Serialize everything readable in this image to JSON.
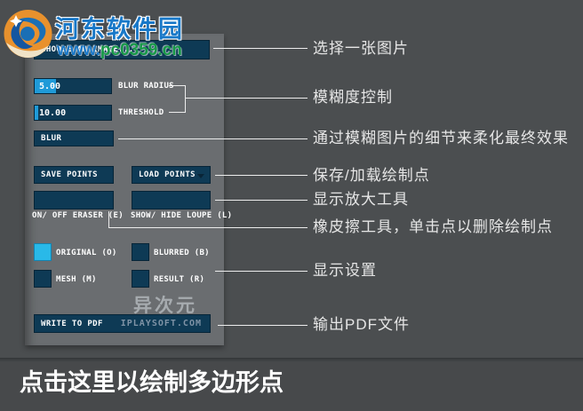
{
  "watermarks": {
    "top": {
      "site_name": "河东软件园",
      "url_prefix": "www.",
      "url_suffix": "pc0359.cn"
    },
    "middle": {
      "text": "异次元",
      "subtext": "IPLAYSOFT.COM"
    }
  },
  "panel": {
    "choose_image_label": "CHOOSE AN IMAGE...",
    "sliders": [
      {
        "value": "5.00",
        "label": "BLUR RADIUS",
        "fill_pct": 28
      },
      {
        "value": "10.00",
        "label": "THRESHOLD",
        "fill_pct": 5
      }
    ],
    "blur_label": "BLUR",
    "save_points_label": "SAVE POINTS",
    "load_points_label": "LOAD POINTS",
    "eraser_caption": "ON/ OFF ERASER (E)",
    "loupe_caption": "SHOW/ HIDE LOUPE (L)",
    "checkboxes": [
      {
        "label": "ORIGINAL (O)",
        "checked": true
      },
      {
        "label": "BLURRED (B)",
        "checked": false
      },
      {
        "label": "MESH (M)",
        "checked": false
      },
      {
        "label": "RESULT (R)",
        "checked": false
      }
    ],
    "write_pdf_label": "WRITE TO PDF"
  },
  "annotations": [
    {
      "text": "选择一张图片"
    },
    {
      "text": "模糊度控制"
    },
    {
      "text": "通过模糊图片的细节来柔化最终效果"
    },
    {
      "text": "保存/加载绘制点"
    },
    {
      "text": "显示放大工具"
    },
    {
      "text": "橡皮擦工具，单击点以删除绘制点"
    },
    {
      "text": "显示设置"
    },
    {
      "text": "输出PDF文件"
    }
  ],
  "footer": {
    "caption": "点击这里以绘制多边形点"
  },
  "colors": {
    "background": "#4b4e50",
    "panel": "#6a6d70",
    "button_navy": "#0e3a55",
    "slider_fill": "#1f9ad8",
    "checkbox_checked": "#29b9e8",
    "annotation_text": "#e6e6e6",
    "logo_blue": "#1878c8",
    "logo_green": "#169a47",
    "logo_orange": "#e8912d"
  }
}
